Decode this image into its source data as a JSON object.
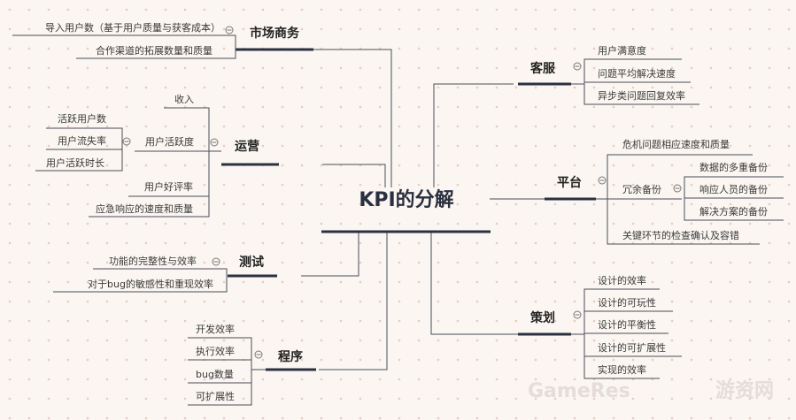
{
  "center": {
    "title": "KPI的分解"
  },
  "branches": {
    "market": {
      "label": "市场商务",
      "items": [
        "导入用户数（基于用户质量与获客成本）",
        "合作渠道的拓展数量和质量"
      ]
    },
    "ops": {
      "label": "运营",
      "revenue": "收入",
      "active": {
        "label": "用户活跃度",
        "items": [
          "活跃用户数",
          "用户流失率",
          "用户活跃时长"
        ]
      },
      "rating": "用户好评率",
      "response": "应急响应的速度和质量"
    },
    "test": {
      "label": "测试",
      "items": [
        "功能的完整性与效率",
        "对于bug的敏感性和重现效率"
      ]
    },
    "program": {
      "label": "程序",
      "items": [
        "开发效率",
        "执行效率",
        "bug数量",
        "可扩展性"
      ]
    },
    "service": {
      "label": "客服",
      "items": [
        "用户满意度",
        "问题平均解决速度",
        "异步类问题回复效率"
      ]
    },
    "platform": {
      "label": "平台",
      "crisis": "危机问题相应速度和质量",
      "redundancy": {
        "label": "冗余备份",
        "items": [
          "数据的多重备份",
          "响应人员的备份",
          "解决方案的备份"
        ]
      },
      "check": "关键环节的检查确认及容错"
    },
    "design": {
      "label": "策划",
      "items": [
        "设计的效率",
        "设计的可玩性",
        "设计的平衡性",
        "设计的可扩展性",
        "实现的效率"
      ]
    }
  },
  "watermark": {
    "latin": "GameRes",
    "cn": "游资网"
  }
}
